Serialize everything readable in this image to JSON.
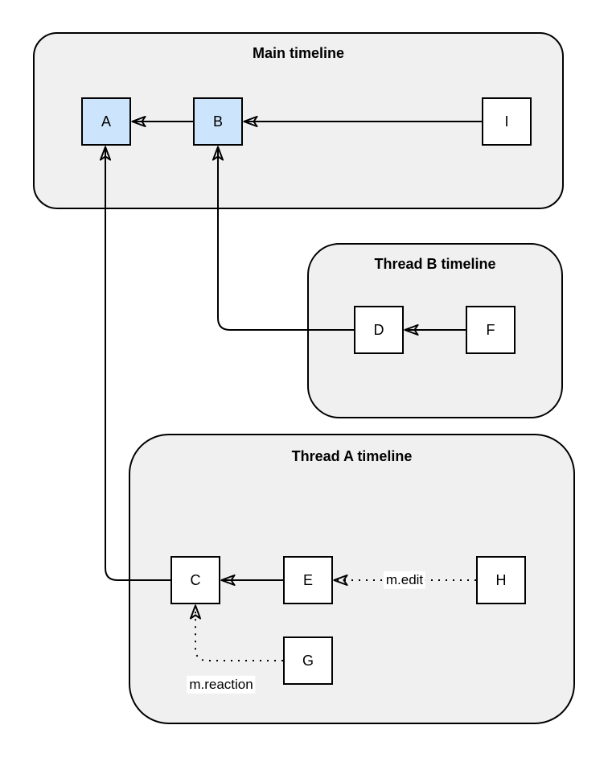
{
  "diagram": {
    "containers": [
      {
        "id": "main-timeline",
        "title": "Main timeline"
      },
      {
        "id": "thread-b-timeline",
        "title": "Thread B timeline"
      },
      {
        "id": "thread-a-timeline",
        "title": "Thread A timeline"
      }
    ],
    "nodes": [
      {
        "id": "A",
        "label": "A",
        "fill": "#cce4fc",
        "timeline": "main-timeline"
      },
      {
        "id": "B",
        "label": "B",
        "fill": "#cce4fc",
        "timeline": "main-timeline"
      },
      {
        "id": "I",
        "label": "I",
        "fill": "#ffffff",
        "timeline": "main-timeline"
      },
      {
        "id": "D",
        "label": "D",
        "fill": "#ffffff",
        "timeline": "thread-b-timeline"
      },
      {
        "id": "F",
        "label": "F",
        "fill": "#ffffff",
        "timeline": "thread-b-timeline"
      },
      {
        "id": "C",
        "label": "C",
        "fill": "#ffffff",
        "timeline": "thread-a-timeline"
      },
      {
        "id": "E",
        "label": "E",
        "fill": "#ffffff",
        "timeline": "thread-a-timeline"
      },
      {
        "id": "H",
        "label": "H",
        "fill": "#ffffff",
        "timeline": "thread-a-timeline"
      },
      {
        "id": "G",
        "label": "G",
        "fill": "#ffffff",
        "timeline": "thread-a-timeline"
      }
    ],
    "edges": [
      {
        "from": "B",
        "to": "A",
        "style": "solid",
        "label": ""
      },
      {
        "from": "I",
        "to": "B",
        "style": "solid",
        "label": ""
      },
      {
        "from": "F",
        "to": "D",
        "style": "solid",
        "label": ""
      },
      {
        "from": "D",
        "to": "B",
        "style": "solid",
        "label": ""
      },
      {
        "from": "E",
        "to": "C",
        "style": "solid",
        "label": ""
      },
      {
        "from": "C",
        "to": "A",
        "style": "solid",
        "label": ""
      },
      {
        "from": "H",
        "to": "E",
        "style": "dotted",
        "label": "m.edit"
      },
      {
        "from": "G",
        "to": "C",
        "style": "dotted",
        "label": "m.reaction"
      }
    ],
    "colors": {
      "container_fill": "#f0f0f0",
      "container_border": "#000000",
      "node_highlight_fill": "#cce4fc",
      "node_fill": "#ffffff",
      "node_border": "#000000",
      "edge": "#000000",
      "background": "#ffffff"
    }
  }
}
